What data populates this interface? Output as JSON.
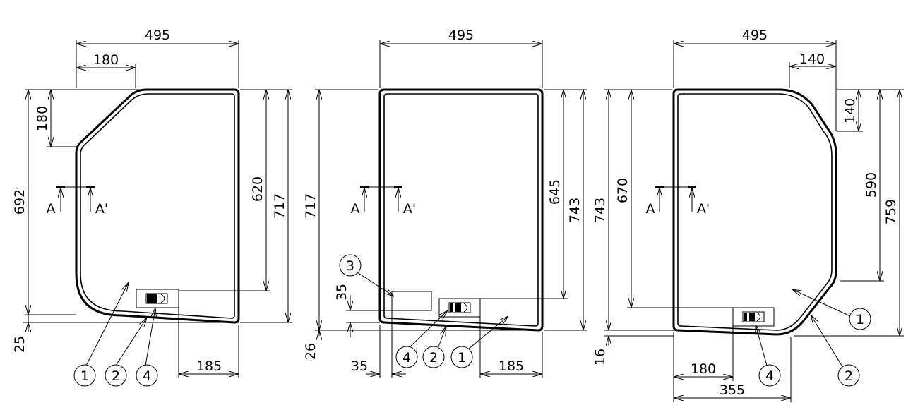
{
  "panels": [
    {
      "id": "left",
      "dims": {
        "top_width": "495",
        "chamfer_h": "180",
        "chamfer_v": "180",
        "left_height": "692",
        "right_inner": "620",
        "right_outer": "717",
        "bottom_offset": "25",
        "handle_offset": "185"
      },
      "section": {
        "a": "A",
        "a_prime": "A'"
      },
      "callouts": [
        "1",
        "2",
        "4"
      ]
    },
    {
      "id": "center",
      "dims": {
        "top_width": "495",
        "left_height": "717",
        "right_inner": "645",
        "right_outer": "743",
        "label_v": "35",
        "label_h": "35",
        "bottom_offset": "26",
        "handle_offset": "185"
      },
      "section": {
        "a": "A",
        "a_prime": "A'"
      },
      "callouts": [
        "3",
        "4",
        "2",
        "1"
      ]
    },
    {
      "id": "right",
      "dims": {
        "top_width": "495",
        "chamfer_h": "140",
        "chamfer_v": "140",
        "left_outer": "743",
        "left_inner": "670",
        "right_inner": "590",
        "right_outer": "759",
        "bottom_offset": "16",
        "handle_offset": "180",
        "bottom_total": "355"
      },
      "section": {
        "a": "A",
        "a_prime": "A'"
      },
      "callouts": [
        "1",
        "4",
        "2"
      ]
    }
  ]
}
